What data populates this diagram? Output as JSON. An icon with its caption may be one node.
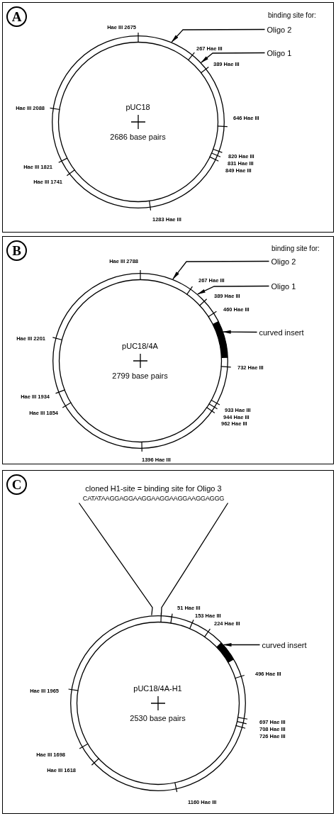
{
  "diagram": {
    "nodes": [
      {
        "text": [
          "A"
        ]
      },
      {
        "text": [
          "pUC18",
          "2686 base pairs"
        ],
        "in": 0
      },
      {
        "text": [
          "Oligo 2"
        ],
        "in": 0
      },
      {
        "text": [
          "Oligo 1"
        ],
        "in": 0
      },
      {
        "text": [
          "B"
        ]
      },
      {
        "text": [
          "pUC18/4A",
          "2799 base pairs"
        ],
        "in": 4
      },
      {
        "text": [],
        "shape": "bar",
        "in": 5
      },
      {
        "text": [
          "Oligo 2"
        ],
        "in": 4
      },
      {
        "text": [
          "Oligo 1"
        ],
        "in": 4
      },
      {
        "text": [
          "curved insert"
        ],
        "in": 4
      },
      {
        "text": [
          "C"
        ]
      },
      {
        "text": [
          "cloned H1-site = binding site for Oligo 3",
          "CATATAAGGAGGAAGGAAGGAAGGAAGGAGGG"
        ],
        "in": 10
      },
      {
        "text": [
          "pUC18/4A-H1",
          "2530 base pairs"
        ],
        "in": 10
      },
      {
        "text": [],
        "shape": "bar",
        "in": 12
      },
      {
        "text": [
          "curved insert"
        ],
        "in": 10
      }
    ],
    "edges": [
      {
        "from": 2,
        "to": 1,
        "arrow": "to"
      },
      {
        "from": 3,
        "to": 1,
        "arrow": "to"
      },
      {
        "from": 7,
        "to": 5,
        "arrow": "to"
      },
      {
        "from": 8,
        "to": 5,
        "arrow": "to"
      },
      {
        "from": 9,
        "to": 6,
        "arrow": "to"
      },
      {
        "from": 11,
        "to": 12,
        "arrow": "none"
      },
      {
        "from": 11,
        "to": 12,
        "arrow": "none"
      },
      {
        "from": 14,
        "to": 13,
        "arrow": "to"
      }
    ],
    "labels": [
      "binding site for:",
      "Hae III 2675",
      "267 Hae III",
      "389 Hae III",
      "Hae III 2088",
      "646 Hae III",
      "820 Hae III",
      "831 Hae III",
      "849 Hae III",
      "Hae III 1821",
      "Hae III 1741",
      "1283 Hae III",
      "binding site for:",
      "Hae III 2788",
      "267 Hae III",
      "389 Hae III",
      "460 Hae III",
      "Hae III 2201",
      "732 Hae III",
      "Hae III 1934",
      "933 Hae III",
      "944 Hae III",
      "962 Hae III",
      "Hae III 1854",
      "1396 Hae III",
      "51 Hae III",
      "153 Hae III",
      "224 Hae III",
      "496 Hae III",
      "Hae III 1965",
      "697 Hae III",
      "708 Hae III",
      "726 Hae III",
      "Hae III 1698",
      "Hae III 1618",
      "1160 Hae III"
    ]
  }
}
